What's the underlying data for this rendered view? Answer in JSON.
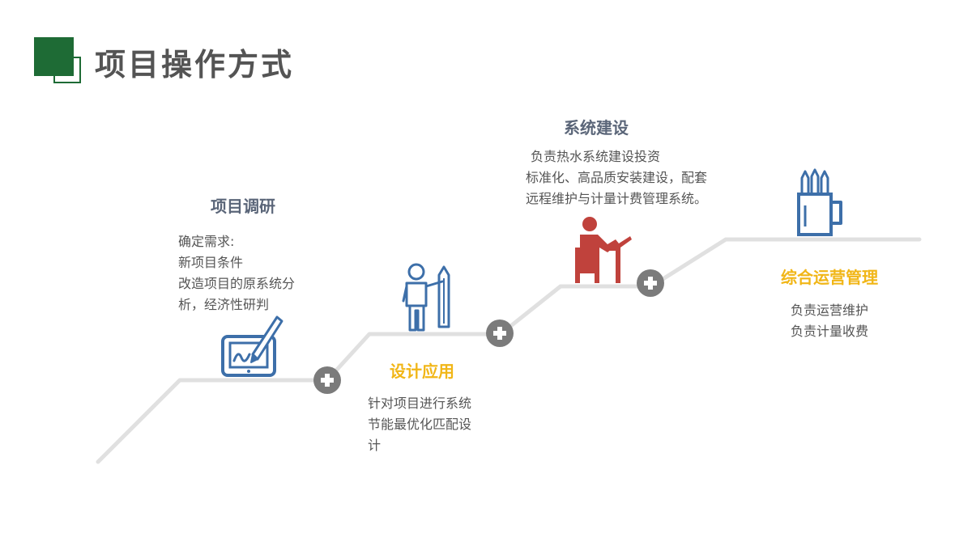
{
  "page": {
    "title": "项目操作方式"
  },
  "steps": [
    {
      "title": "项目调研",
      "lines": [
        "确定需求:",
        "新项目条件",
        "改造项目的原系统分",
        "析，经济性研判"
      ],
      "icon": "tablet-pen-icon"
    },
    {
      "title": "设计应用",
      "lines": [
        "针对项目进行系统",
        "节能最优化匹配设",
        "计"
      ],
      "icon": "person-pencil-icon"
    },
    {
      "title": "系统建设",
      "lines": [
        "负责热水系统建设投资",
        "标准化、高品质安装建设，配套",
        "远程维护与计量计费管理系统。"
      ],
      "icon": "person-desk-icon"
    },
    {
      "title": "综合运营管理",
      "lines": [
        "负责运营维护",
        "负责计量收费"
      ],
      "icon": "cup-pencils-icon"
    }
  ],
  "colors": {
    "brand_green": "#1e6b35",
    "blue_icon": "#3d6fa9",
    "red_icon": "#c0423c",
    "gold": "#f1b617",
    "slate": "#5b6679",
    "step_line": "#e0e0e0",
    "plus_gray": "#7b7b7b"
  }
}
